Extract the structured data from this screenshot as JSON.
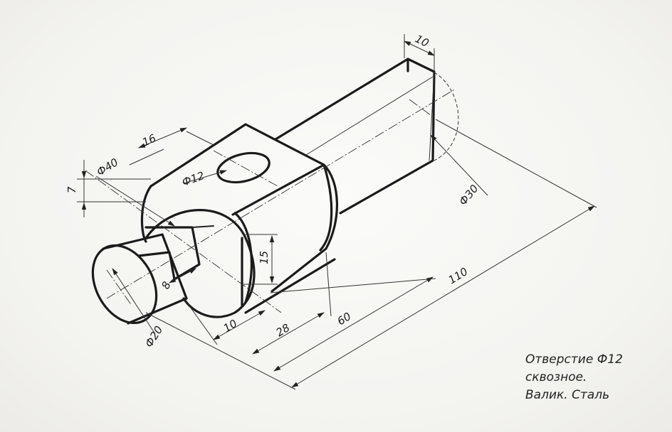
{
  "drawing": {
    "dimensions": {
      "d10_top": "10",
      "d16": "16",
      "d40": "Ф40",
      "d12": "Ф12",
      "d7": "7",
      "d30": "Ф30",
      "d15": "15",
      "d8": "8",
      "d20": "Ф20",
      "d10_bottom": "10",
      "d28": "28",
      "d60": "60",
      "d110": "110"
    },
    "note": {
      "line1": "Отверстие Ф12",
      "line2": "сквозное.",
      "line3": "Валик. Сталь"
    }
  }
}
